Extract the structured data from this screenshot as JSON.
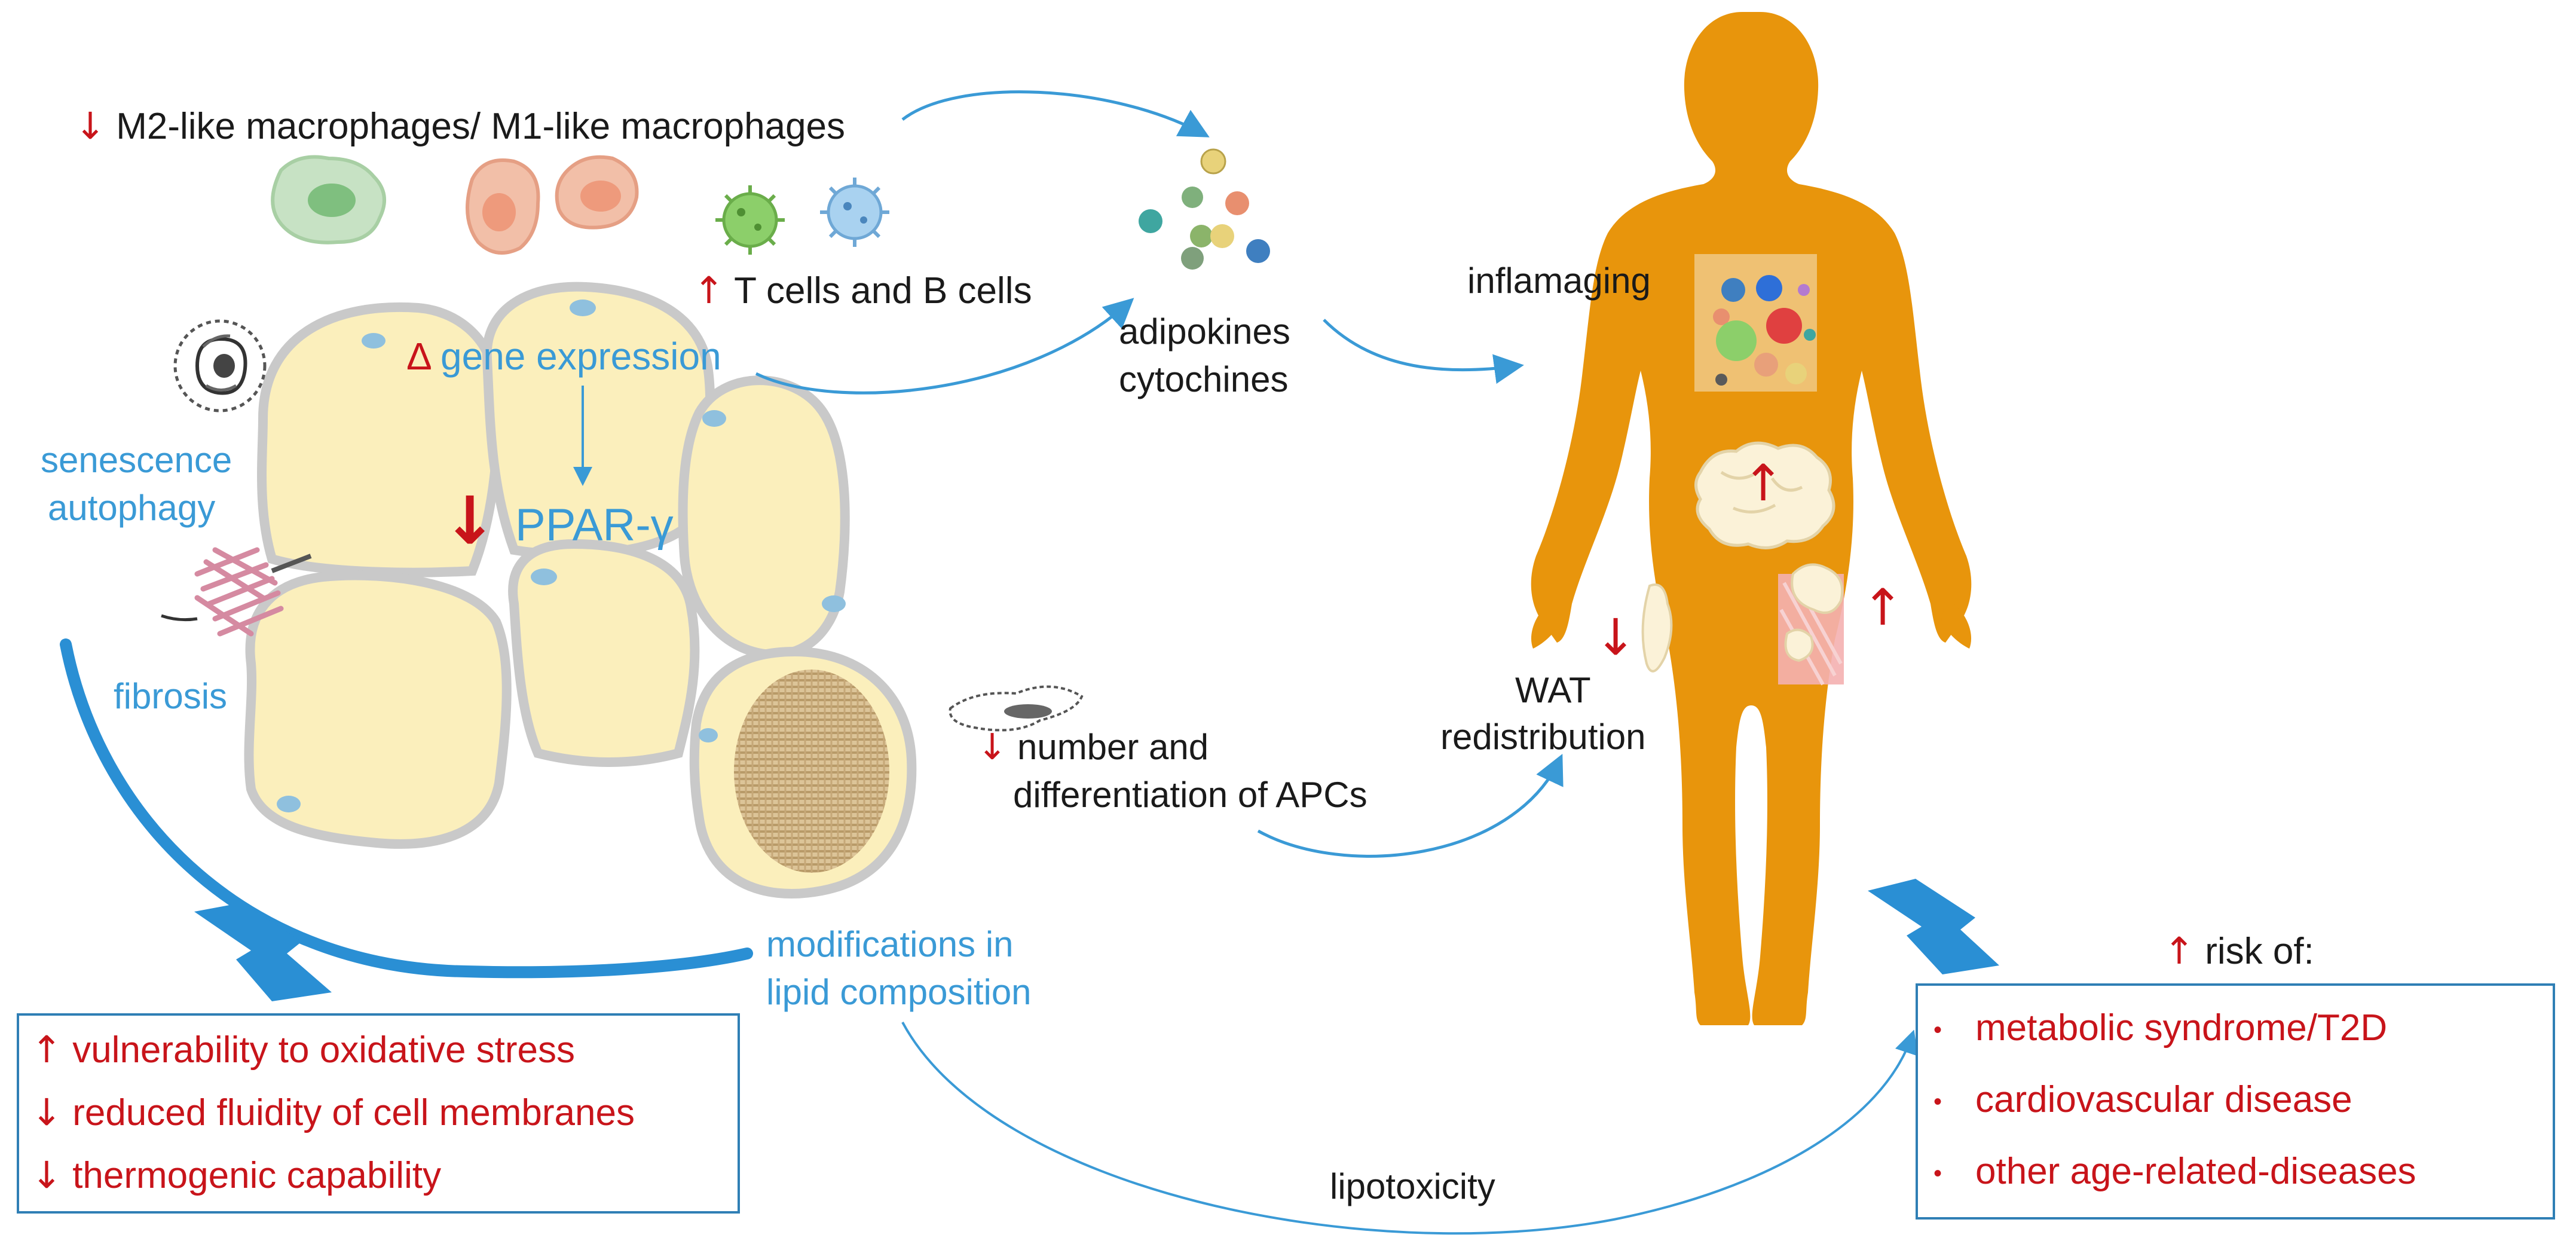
{
  "labels": {
    "macrophages": "M2-like macrophages/ M1-like macrophages",
    "t_b_cells": "T cells and B cells",
    "gene_delta": "Δ",
    "gene_expression": "gene expression",
    "ppar": "PPAR-γ",
    "senescence": "senescence",
    "autophagy": "autophagy",
    "fibrosis": "fibrosis",
    "adipokines": "adipokines",
    "cytochines": "cytochines",
    "inflamaging": "inflamaging",
    "wat": "WAT",
    "redistribution": "redistribution",
    "apc_line1": "number and",
    "apc_line2": "differentiation of APCs",
    "lipid_line1": "modifications in",
    "lipid_line2": "lipid composition",
    "lipotoxicity": "lipotoxicity",
    "risk_title": "risk of:"
  },
  "arrows": {
    "up": "↑",
    "down": "↓"
  },
  "effects": [
    {
      "arrow": "↑",
      "text": "vulnerability to oxidative stress"
    },
    {
      "arrow": "↓",
      "text": "reduced fluidity of cell membranes"
    },
    {
      "arrow": "↓",
      "text": "thermogenic capability"
    }
  ],
  "risks": [
    {
      "bullet": "•",
      "text": "metabolic syndrome/T2D"
    },
    {
      "bullet": "•",
      "text": "cardiovascular disease"
    },
    {
      "bullet": "•",
      "text": "other age-related-diseases"
    }
  ],
  "colors": {
    "fat_cell_fill": "#fbefbc",
    "fat_cell_border": "#c9c9c9",
    "body": "#e8950c",
    "arrow_blue": "#3a9ad6",
    "text_red": "#c8141a",
    "box_border": "#2f7fb5"
  }
}
